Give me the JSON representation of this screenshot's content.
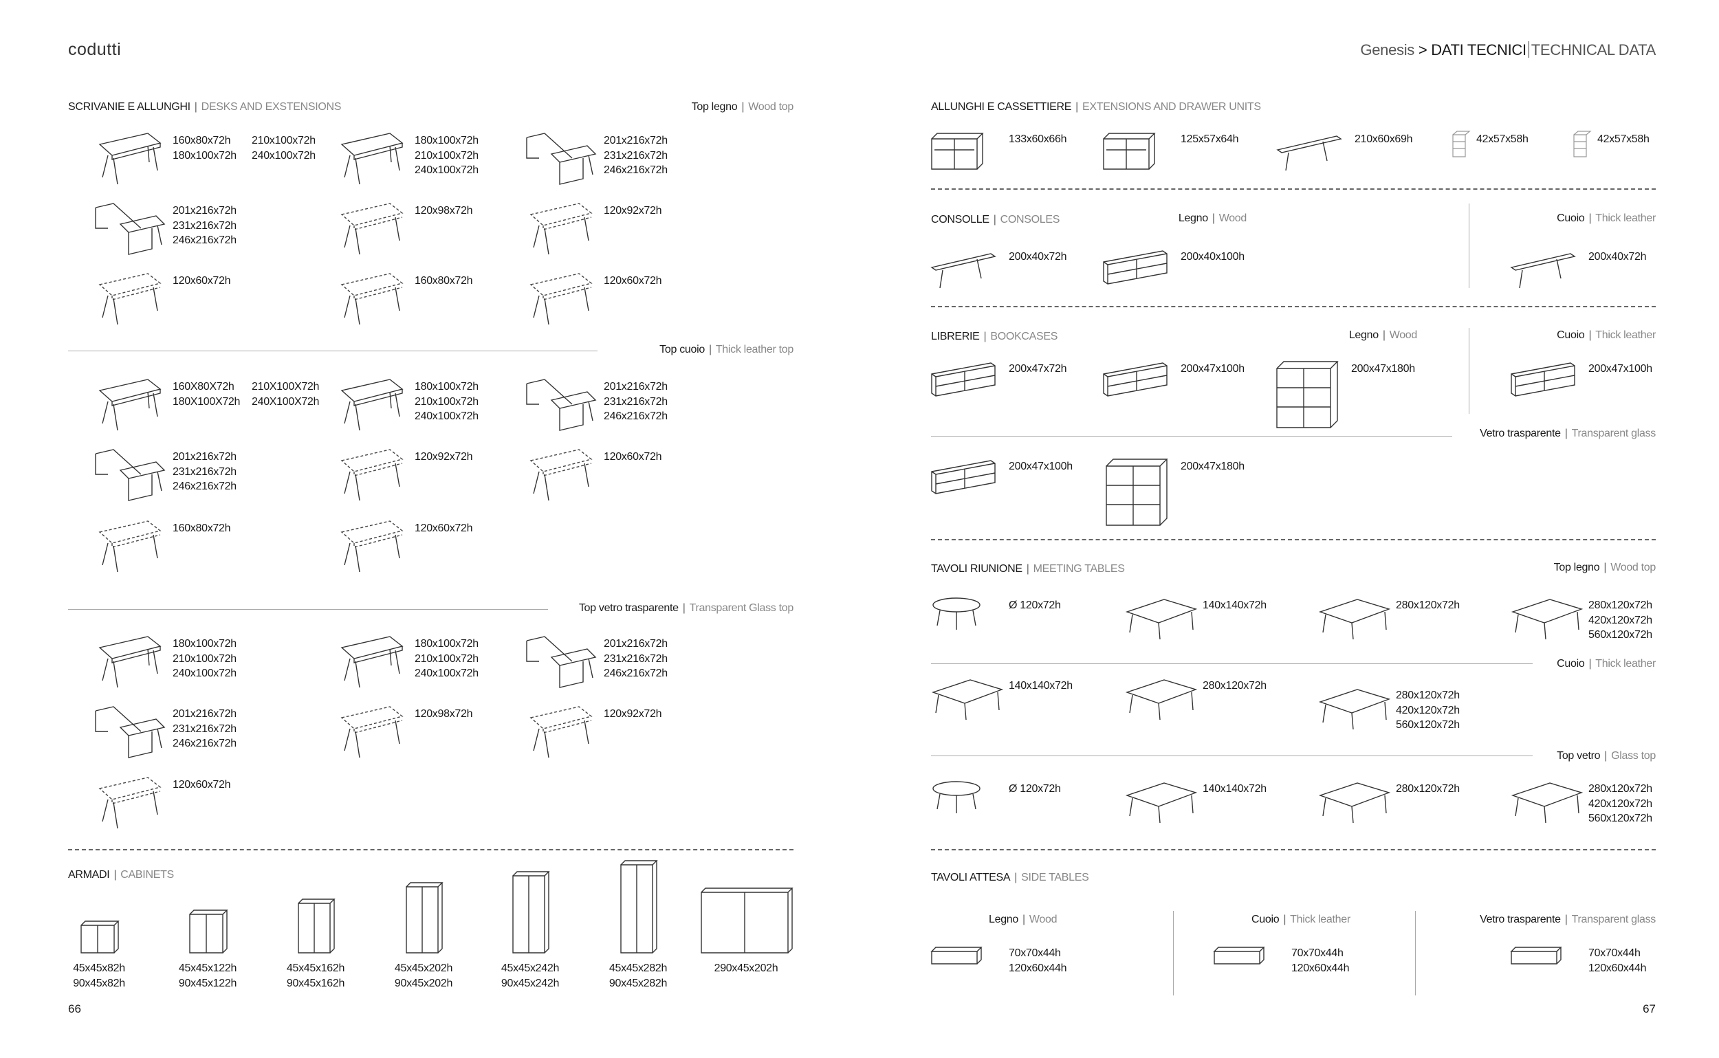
{
  "header": {
    "logo": "codutti",
    "product": "Genesis",
    "separator": ">",
    "title_it": "DATI TECNICI",
    "title_en": "TECHNICAL DATA"
  },
  "page_left": "66",
  "page_right": "67",
  "desks": {
    "title_it": "SCRIVANIE E ALLUNGHI",
    "title_en": "DESKS AND EXSTENSIONS",
    "wood": {
      "label_it": "Top legno",
      "label_en": "Wood top",
      "items": [
        {
          "dims": [
            "160x80x72h",
            "180x100x72h"
          ],
          "dims2": [
            "210x100x72h",
            "240x100x72h"
          ]
        },
        {
          "dims": [
            "180x100x72h",
            "210x100x72h",
            "240x100x72h"
          ]
        },
        {
          "dims": [
            "201x216x72h",
            "231x216x72h",
            "246x216x72h"
          ]
        },
        {
          "dims": [
            "201x216x72h",
            "231x216x72h",
            "246x216x72h"
          ]
        },
        {
          "dims": [
            "120x98x72h"
          ]
        },
        {
          "dims": [
            "120x92x72h"
          ]
        },
        {
          "dims": [
            "120x60x72h"
          ]
        },
        {
          "dims": [
            "160x80x72h"
          ]
        },
        {
          "dims": [
            "120x60x72h"
          ]
        }
      ]
    },
    "leather": {
      "label_it": "Top cuoio",
      "label_en": "Thick leather top",
      "items": [
        {
          "dims": [
            "160X80X72h",
            "180X100X72h"
          ],
          "dims2": [
            "210X100X72h",
            "240X100X72h"
          ]
        },
        {
          "dims": [
            "180x100x72h",
            "210x100x72h",
            "240x100x72h"
          ]
        },
        {
          "dims": [
            "201x216x72h",
            "231x216x72h",
            "246x216x72h"
          ]
        },
        {
          "dims": [
            "201x216x72h",
            "231x216x72h",
            "246x216x72h"
          ]
        },
        {
          "dims": [
            "120x92x72h"
          ]
        },
        {
          "dims": [
            "120x60x72h"
          ]
        },
        {
          "dims": [
            "160x80x72h"
          ]
        },
        {
          "dims": [
            "120x60x72h"
          ]
        }
      ]
    },
    "glass": {
      "label_it": "Top vetro trasparente",
      "label_en": "Transparent Glass top",
      "items": [
        {
          "dims": [
            "180x100x72h",
            "210x100x72h",
            "240x100x72h"
          ]
        },
        {
          "dims": [
            "180x100x72h",
            "210x100x72h",
            "240x100x72h"
          ]
        },
        {
          "dims": [
            "201x216x72h",
            "231x216x72h",
            "246x216x72h"
          ]
        },
        {
          "dims": [
            "201x216x72h",
            "231x216x72h",
            "246x216x72h"
          ]
        },
        {
          "dims": [
            "120x98x72h"
          ]
        },
        {
          "dims": [
            "120x92x72h"
          ]
        },
        {
          "dims": [
            "120x60x72h"
          ]
        }
      ]
    }
  },
  "cabinets": {
    "title_it": "ARMADI",
    "title_en": "CABINETS",
    "items": [
      {
        "dims": [
          "45x45x82h",
          "90x45x82h"
        ]
      },
      {
        "dims": [
          "45x45x122h",
          "90x45x122h"
        ]
      },
      {
        "dims": [
          "45x45x162h",
          "90x45x162h"
        ]
      },
      {
        "dims": [
          "45x45x202h",
          "90x45x202h"
        ]
      },
      {
        "dims": [
          "45x45x242h",
          "90x45x242h"
        ]
      },
      {
        "dims": [
          "45x45x282h",
          "90x45x282h"
        ]
      },
      {
        "dims": [
          "290x45x202h"
        ]
      }
    ]
  },
  "extensions": {
    "title_it": "ALLUNGHI E CASSETTIERE",
    "title_en": "EXTENSIONS AND DRAWER UNITS",
    "items": [
      {
        "dims": [
          "133x60x66h"
        ]
      },
      {
        "dims": [
          "125x57x64h"
        ]
      },
      {
        "dims": [
          "210x60x69h"
        ]
      },
      {
        "dims": [
          "42x57x58h"
        ]
      },
      {
        "dims": [
          "42x57x58h"
        ]
      }
    ]
  },
  "consoles": {
    "title_it": "CONSOLLE",
    "title_en": "CONSOLES",
    "wood": {
      "label_it": "Legno",
      "label_en": "Wood",
      "items": [
        {
          "dims": [
            "200x40x72h"
          ]
        },
        {
          "dims": [
            "200x40x100h"
          ]
        }
      ]
    },
    "leather": {
      "label_it": "Cuoio",
      "label_en": "Thick leather",
      "items": [
        {
          "dims": [
            "200x40x72h"
          ]
        }
      ]
    }
  },
  "bookcases": {
    "title_it": "LIBRERIE",
    "title_en": "BOOKCASES",
    "wood": {
      "label_it": "Legno",
      "label_en": "Wood",
      "items": [
        {
          "dims": [
            "200x47x72h"
          ]
        },
        {
          "dims": [
            "200x47x100h"
          ]
        },
        {
          "dims": [
            "200x47x180h"
          ]
        }
      ]
    },
    "leather": {
      "label_it": "Cuoio",
      "label_en": "Thick leather",
      "items": [
        {
          "dims": [
            "200x47x100h"
          ]
        }
      ]
    },
    "glass": {
      "label_it": "Vetro trasparente",
      "label_en": "Transparent glass",
      "items": [
        {
          "dims": [
            "200x47x100h"
          ]
        },
        {
          "dims": [
            "200x47x180h"
          ]
        }
      ]
    }
  },
  "meeting": {
    "title_it": "TAVOLI RIUNIONE",
    "title_en": "MEETING TABLES",
    "wood": {
      "label_it": "Top legno",
      "label_en": "Wood top",
      "items": [
        {
          "dims": [
            "Ø 120x72h"
          ]
        },
        {
          "dims": [
            "140x140x72h"
          ]
        },
        {
          "dims": [
            "280x120x72h"
          ]
        },
        {
          "dims": [
            "280x120x72h",
            "420x120x72h",
            "560x120x72h"
          ]
        }
      ]
    },
    "leather": {
      "label_it": "Cuoio",
      "label_en": "Thick leather",
      "items": [
        {
          "dims": [
            "140x140x72h"
          ]
        },
        {
          "dims": [
            "280x120x72h"
          ]
        },
        {
          "dims": [
            "280x120x72h",
            "420x120x72h",
            "560x120x72h"
          ]
        }
      ]
    },
    "glass": {
      "label_it": "Top vetro",
      "label_en": "Glass top",
      "items": [
        {
          "dims": [
            "Ø 120x72h"
          ]
        },
        {
          "dims": [
            "140x140x72h"
          ]
        },
        {
          "dims": [
            "280x120x72h"
          ]
        },
        {
          "dims": [
            "280x120x72h",
            "420x120x72h",
            "560x120x72h"
          ]
        }
      ]
    }
  },
  "side": {
    "title_it": "TAVOLI ATTESA",
    "title_en": "SIDE TABLES",
    "wood": {
      "label_it": "Legno",
      "label_en": "Wood",
      "items": [
        {
          "dims": [
            "70x70x44h",
            "120x60x44h"
          ]
        }
      ]
    },
    "leather": {
      "label_it": "Cuoio",
      "label_en": "Thick leather",
      "items": [
        {
          "dims": [
            "70x70x44h",
            "120x60x44h"
          ]
        }
      ]
    },
    "glass": {
      "label_it": "Vetro trasparente",
      "label_en": "Transparent glass",
      "items": [
        {
          "dims": [
            "70x70x44h",
            "120x60x44h"
          ]
        }
      ]
    }
  }
}
